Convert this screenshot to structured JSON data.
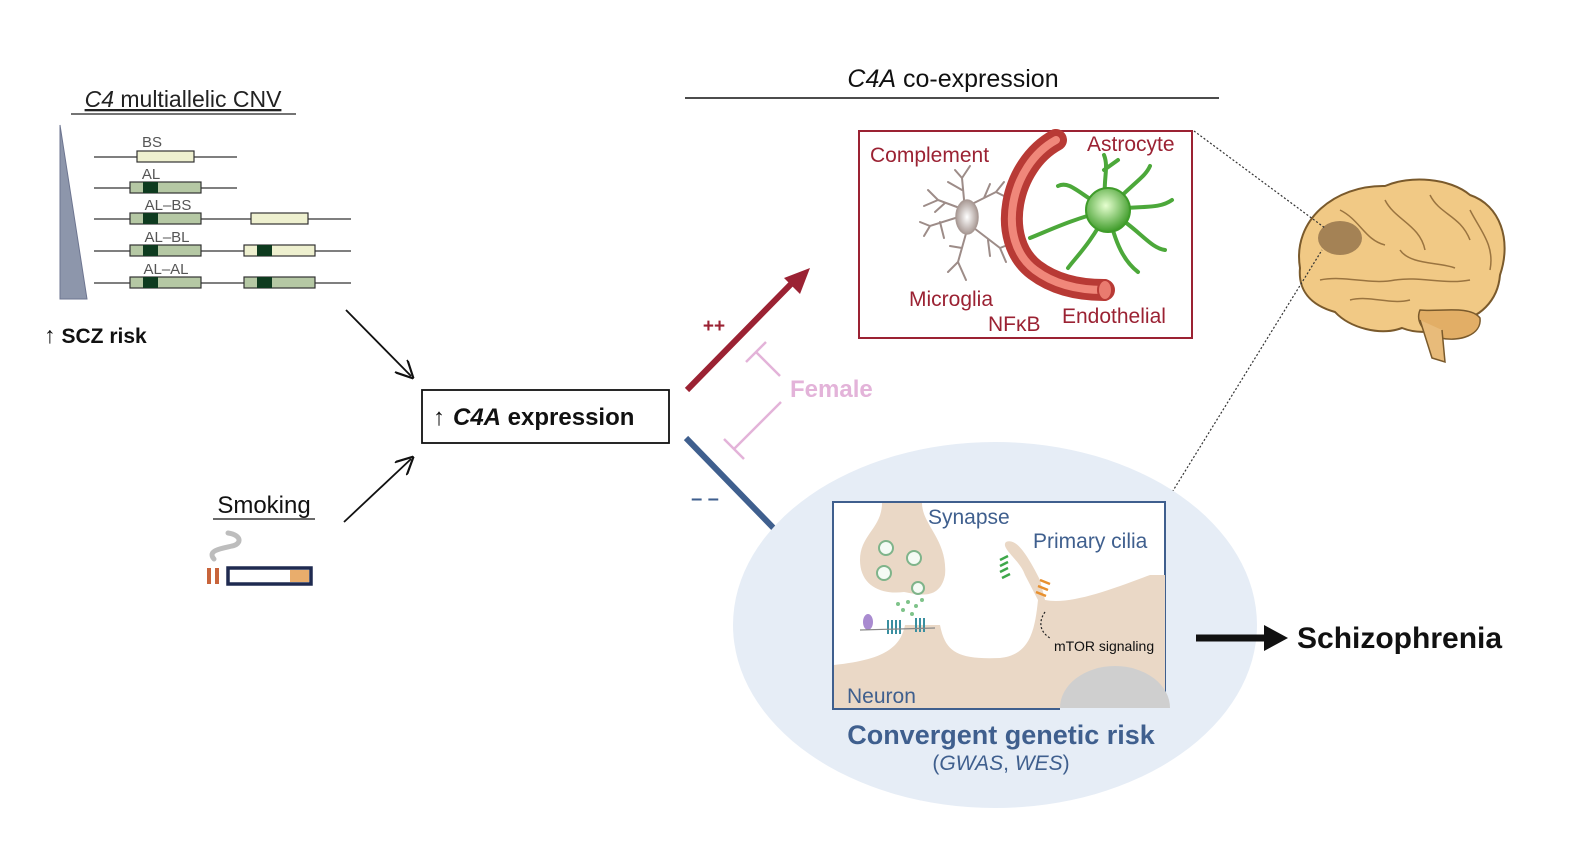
{
  "cnv": {
    "title_italic": "C4",
    "title_rest": " multiallelic CNV",
    "alleles": [
      "BS",
      "AL",
      "AL–BS",
      "AL–BL",
      "AL–AL"
    ],
    "risk_arrow": "↑",
    "risk_label": "SCZ risk"
  },
  "smoking": {
    "label": "Smoking"
  },
  "center": {
    "arrow": "↑",
    "gene_italic": "C4A",
    "rest": " expression"
  },
  "coexpression": {
    "title_italic": "C4A",
    "title_rest": " co-expression"
  },
  "up_box": {
    "sign": "++",
    "labels": {
      "complement": "Complement",
      "astrocyte": "Astrocyte",
      "microglia": "Microglia",
      "nfkb": "NFκB",
      "endothelial": "Endothelial"
    }
  },
  "female": {
    "label": "Female"
  },
  "down_box": {
    "sign": "– –",
    "labels": {
      "synapse": "Synapse",
      "primary_cilia": "Primary cilia",
      "mtor": "mTOR signaling",
      "neuron": "Neuron"
    }
  },
  "convergent": {
    "title": "Convergent genetic risk",
    "sub_open": "(",
    "sub_gwas": "GWAS",
    "sub_sep": ", ",
    "sub_wes": "WES",
    "sub_close": ")"
  },
  "outcome": {
    "label": "Schizophrenia"
  },
  "colors": {
    "up_red": "#9b2233",
    "down_blue": "#3f5f8e",
    "female_pink": "#e3b3d9",
    "ellipse_fill": "#e6edf6",
    "neuron_fill": "#ead8c6",
    "astro_green": "#5bbf3a",
    "vessel_red": "#d9534f",
    "brain_fill": "#f1c985",
    "cnv_triangle": "#8d96ab",
    "cnv_green": "#b5c8a4",
    "cnv_cream": "#eef0cf",
    "cnv_dark": "#0e3b1f"
  }
}
